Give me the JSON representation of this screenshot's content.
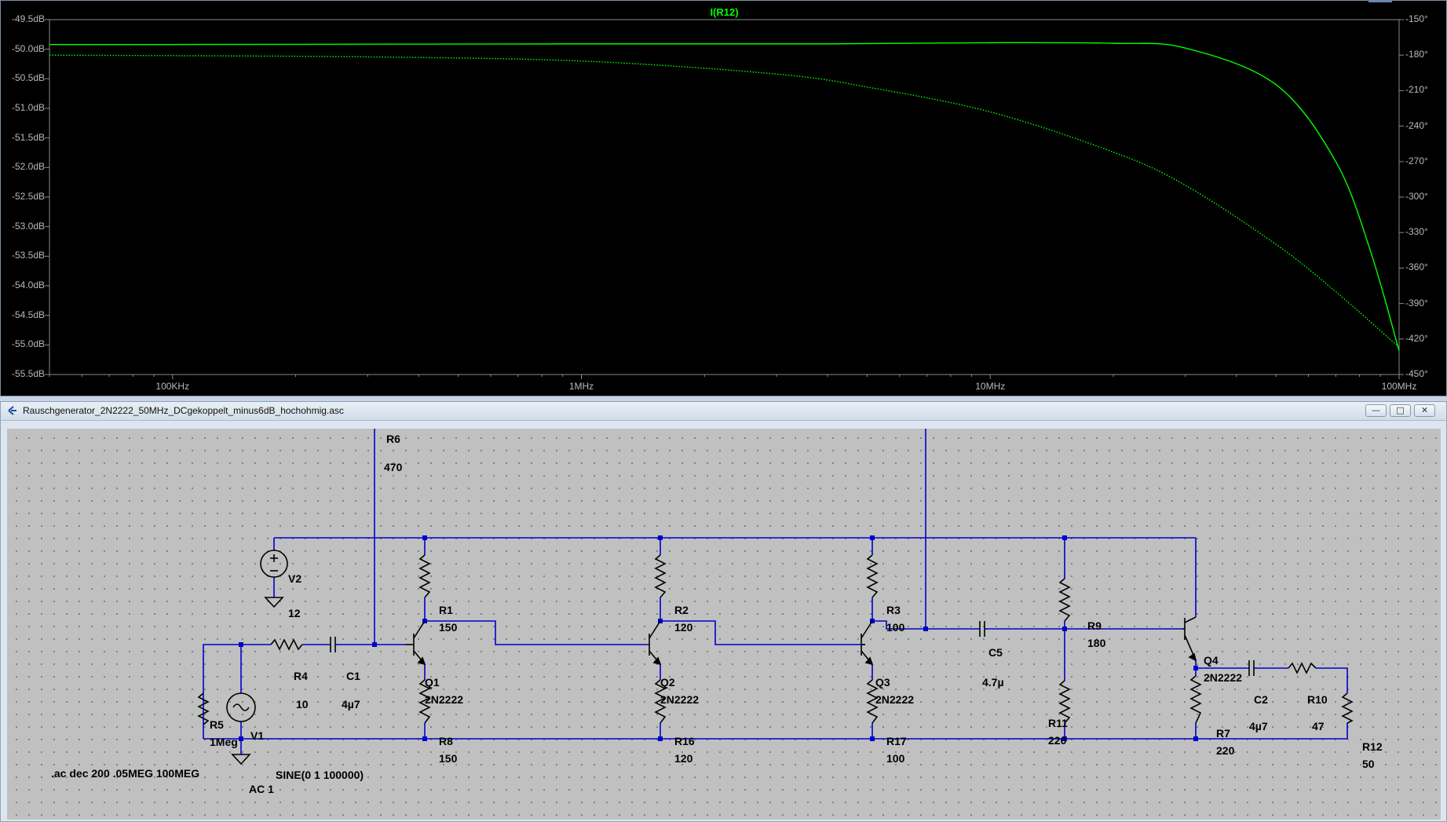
{
  "plot": {
    "trace_label": "I(R12)",
    "y_left_ticks": [
      "-49.5dB",
      "-50.0dB",
      "-50.5dB",
      "-51.0dB",
      "-51.5dB",
      "-52.0dB",
      "-52.5dB",
      "-53.0dB",
      "-53.5dB",
      "-54.0dB",
      "-54.5dB",
      "-55.0dB",
      "-55.5dB"
    ],
    "y_right_ticks": [
      "-150°",
      "-180°",
      "-210°",
      "-240°",
      "-270°",
      "-300°",
      "-330°",
      "-360°",
      "-390°",
      "-420°",
      "-450°"
    ],
    "x_ticks": [
      "100KHz",
      "1MHz",
      "10MHz",
      "100MHz"
    ],
    "trace_color": "#00ff00",
    "background": "#000000"
  },
  "chart_data": {
    "type": "line",
    "title": "I(R12)",
    "x_scale": "log",
    "xlim": [
      50000,
      100000000
    ],
    "ylim_left": [
      -55.5,
      -49.5
    ],
    "ylim_right": [
      -450,
      -150
    ],
    "series": [
      {
        "name": "I(R12)",
        "axis": "left",
        "style": "solid",
        "x": [
          50000,
          100000,
          1000000,
          4000000,
          10000000,
          20000000,
          30000000,
          50000000,
          70000000,
          85000000,
          100000000
        ],
        "y": [
          -49.92,
          -49.92,
          -49.91,
          -49.91,
          -49.89,
          -49.9,
          -49.98,
          -50.6,
          -51.9,
          -53.4,
          -55.1
        ]
      },
      {
        "name": "I(R12) phase",
        "axis": "right",
        "style": "dotted",
        "x": [
          50000,
          100000,
          300000,
          1000000,
          3000000,
          5000000,
          10000000,
          20000000,
          30000000,
          50000000,
          70000000,
          100000000
        ],
        "y": [
          -180,
          -180.5,
          -181.5,
          -185,
          -196,
          -207,
          -228,
          -262,
          -290,
          -340,
          -380,
          -427
        ]
      }
    ]
  },
  "schematic": {
    "window_title": "Rauschgenerator_2N2222_50MHz_DCgekoppelt_minus6dB_hochohmig.asc",
    "btn_min": "—",
    "btn_max": "□",
    "btn_close": "✕",
    "directive": ".ac dec 200 .05MEG 100MEG",
    "labels": {
      "R6": "R6",
      "R6_val": "470",
      "V2": "V2",
      "V2_val": "12",
      "R1": "R1",
      "R1_val": "150",
      "R2": "R2",
      "R2_val": "120",
      "R3": "R3",
      "R3_val": "100",
      "R9": "R9",
      "R9_val": "180",
      "C5": "C5",
      "C5_val": "4.7µ",
      "Q4": "Q4",
      "Q4_val": "2N2222",
      "R4": "R4",
      "R4_val": "10",
      "C1": "C1",
      "C1_val": "4µ7",
      "Q1": "Q1",
      "Q1_val": "2N2222",
      "Q2": "Q2",
      "Q2_val": "2N2222",
      "Q3": "Q3",
      "Q3_val": "2N2222",
      "R5": "R5",
      "R5_val": "1Meg",
      "V1": "V1",
      "V1_func": "SINE(0 1 100000)",
      "V1_ac": "AC 1",
      "R8": "R8",
      "R8_val": "150",
      "R16": "R16",
      "R16_val": "120",
      "R17": "R17",
      "R17_val": "100",
      "R11": "R11",
      "R11_val": "220",
      "R7": "R7",
      "R7_val": "220",
      "C2": "C2",
      "C2_val": "4µ7",
      "R10": "R10",
      "R10_val": "47",
      "R12": "R12",
      "R12_val": "50"
    },
    "wire_color": "#0000cc",
    "grid_bg": "#c0c0c0"
  }
}
